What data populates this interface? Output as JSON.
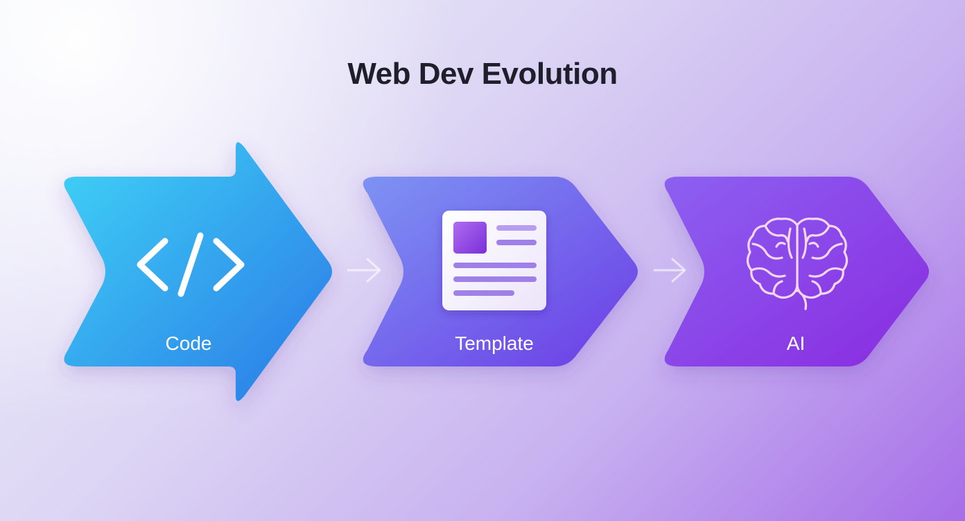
{
  "title": "Web Dev Evolution",
  "stages": [
    {
      "label": "Code",
      "icon": "code-brackets-icon",
      "color_start": "#3ed0f5",
      "color_end": "#2a7be8"
    },
    {
      "label": "Template",
      "icon": "document-template-icon",
      "color_start": "#7c8cf2",
      "color_end": "#6a3fe6"
    },
    {
      "label": "AI",
      "icon": "brain-icon",
      "color_start": "#8b5cf0",
      "color_end": "#8a2be0"
    }
  ],
  "connectors": [
    "arrow-right-icon",
    "arrow-right-icon"
  ]
}
